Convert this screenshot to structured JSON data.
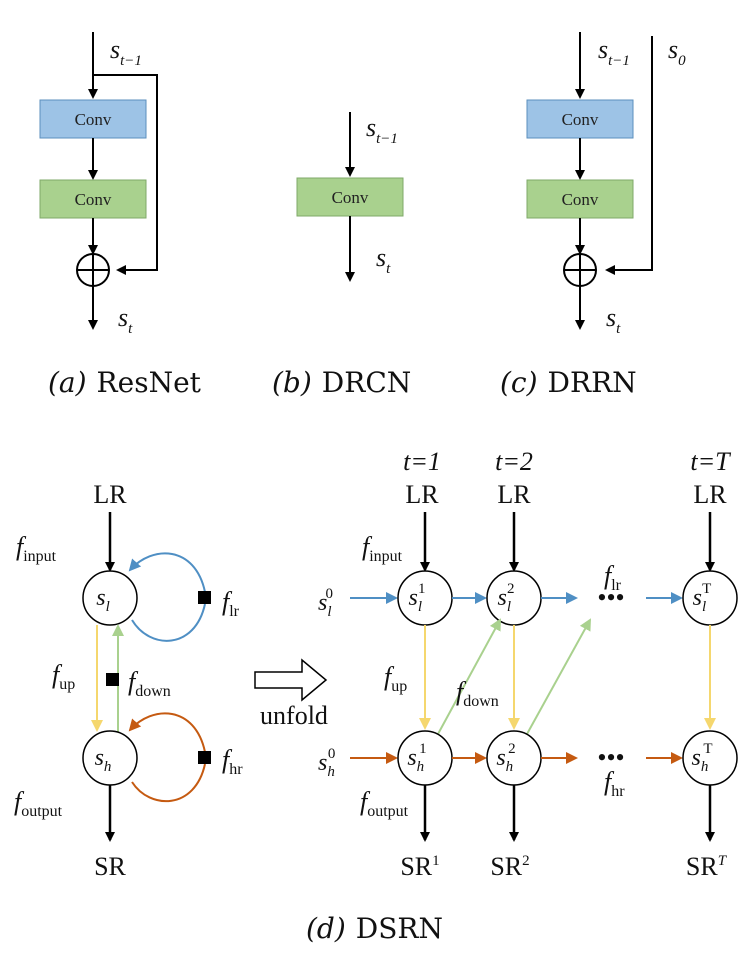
{
  "panel_a": {
    "conv1": "Conv",
    "conv2": "Conv",
    "input": "s",
    "input_sub": "t−1",
    "output": "s",
    "output_sub": "t",
    "caption_letter": "(a)",
    "caption_name": "ResNet"
  },
  "panel_b": {
    "conv": "Conv",
    "input": "s",
    "input_sub": "t−1",
    "output": "s",
    "output_sub": "t",
    "caption_letter": "(b)",
    "caption_name": "DRCN"
  },
  "panel_c": {
    "conv1": "Conv",
    "conv2": "Conv",
    "input": "s",
    "input_sub": "t−1",
    "skip": "s",
    "skip_sub": "0",
    "output": "s",
    "output_sub": "t",
    "caption_letter": "(c)",
    "caption_name": "DRRN"
  },
  "panel_d": {
    "left": {
      "lr": "LR",
      "sr": "SR",
      "f_input": "f",
      "f_input_sub": "input",
      "f_output": "f",
      "f_output_sub": "output",
      "f_up": "f",
      "f_up_sub": "up",
      "f_down": "f",
      "f_down_sub": "down",
      "f_lr": "f",
      "f_lr_sub": "lr",
      "f_hr": "f",
      "f_hr_sub": "hr",
      "node_l": "s",
      "node_l_sub": "l",
      "node_h": "s",
      "node_h_sub": "h"
    },
    "unfold": "unfold",
    "right": {
      "t1": "t=1",
      "t2": "t=2",
      "tT": "t=T",
      "lr1": "LR",
      "lr2": "LR",
      "lrT": "LR",
      "sr1": "SR",
      "sr1_sup": "1",
      "sr2": "SR",
      "sr2_sup": "2",
      "srT": "SR",
      "srT_sup": "T",
      "s_l0": "s",
      "s_l0_sub": "l",
      "s_l0_sup": "0",
      "s_h0": "s",
      "s_h0_sub": "h",
      "s_h0_sup": "0",
      "f_input": "f",
      "f_input_sub": "input",
      "f_output": "f",
      "f_output_sub": "output",
      "f_up": "f",
      "f_up_sub": "up",
      "f_down": "f",
      "f_down_sub": "down",
      "f_lr": "f",
      "f_lr_sub": "lr",
      "f_hr": "f",
      "f_hr_sub": "hr",
      "dots": "•••",
      "nodes": [
        {
          "sym": "s",
          "sub": "l",
          "sup": "1"
        },
        {
          "sym": "s",
          "sub": "l",
          "sup": "2"
        },
        {
          "sym": "s",
          "sub": "l",
          "sup": "T"
        },
        {
          "sym": "s",
          "sub": "h",
          "sup": "1"
        },
        {
          "sym": "s",
          "sub": "h",
          "sup": "2"
        },
        {
          "sym": "s",
          "sub": "h",
          "sup": "T"
        }
      ]
    },
    "caption_letter": "(d)",
    "caption_name": "DSRN"
  },
  "colors": {
    "conv_blue": "#9dc3e6",
    "conv_green": "#a9d18e",
    "lr_arrow": "#4f8fc4",
    "hr_arrow": "#c55a11",
    "up_arrow": "#f5d76e",
    "down_arrow": "#a9d18e"
  }
}
